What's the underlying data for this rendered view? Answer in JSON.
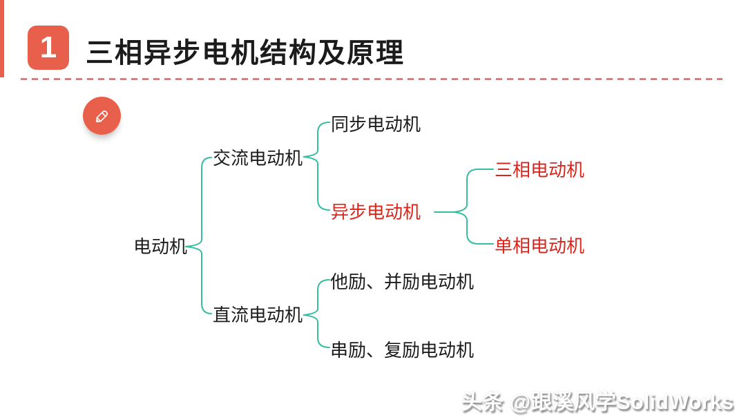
{
  "header": {
    "number": "1",
    "title": "三相异步电机结构及原理"
  },
  "pencil_icon": "pencil-icon",
  "colors": {
    "accent": "#E8604C",
    "connector": "#35BDA3",
    "highlight_red": "#D9261C",
    "divider": "#E07B72",
    "text": "#1B1B1B"
  },
  "tree": {
    "root": {
      "label": "电动机",
      "children": [
        {
          "label": "交流电动机",
          "children": [
            {
              "label": "同步电动机"
            },
            {
              "label": "异步电动机",
              "highlight": true,
              "children": [
                {
                  "label": "三相电动机",
                  "highlight": true
                },
                {
                  "label": "单相电动机",
                  "highlight": true
                }
              ]
            }
          ]
        },
        {
          "label": "直流电动机",
          "children": [
            {
              "label": "他励、并励电动机"
            },
            {
              "label": "串励、复励电动机"
            }
          ]
        }
      ]
    }
  },
  "watermark": {
    "text": "头条 @跟溪风学SolidWorks"
  }
}
